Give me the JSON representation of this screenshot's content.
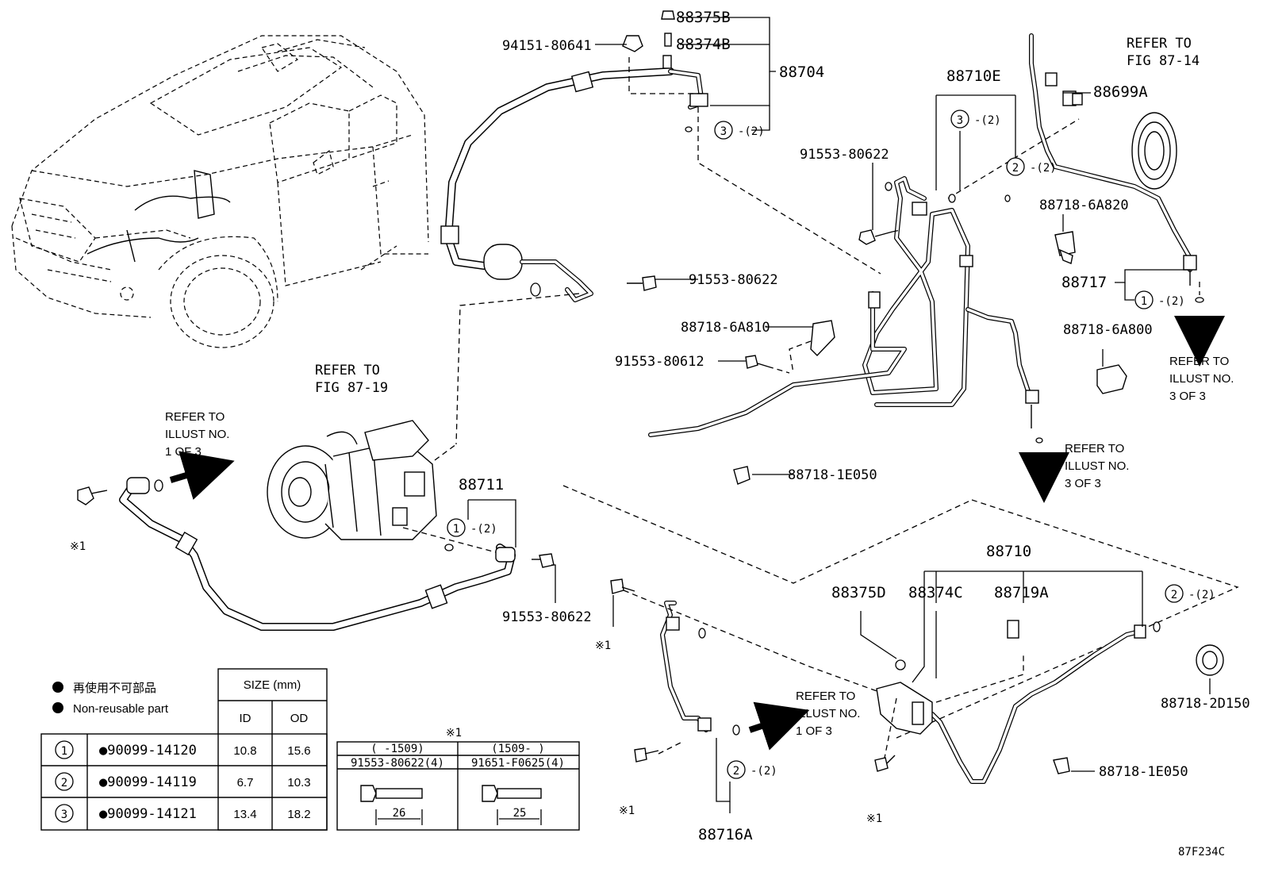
{
  "parts": {
    "p88375B": "88375B",
    "p88374B": "88374B",
    "p94151": "94151-80641",
    "p88704": "88704",
    "p88710E": "88710E",
    "p88699A": "88699A",
    "p91553_a": "91553-80622",
    "p91553_b": "91553-80622",
    "p91553_c": "91553-80622",
    "p91553_612": "91553-80612",
    "p6A820": "88718-6A820",
    "p88717": "88717",
    "p6A810": "88718-6A810",
    "p6A800": "88718-6A800",
    "p1E050_a": "88718-1E050",
    "p1E050_b": "88718-1E050",
    "p88711": "88711",
    "p88710": "88710",
    "p88375D": "88375D",
    "p88374C": "88374C",
    "p88719A": "88719A",
    "p2D150": "88718-2D150",
    "p88716A": "88716A"
  },
  "qty": {
    "q3_top": "-(2)",
    "q3_mid": "-(2)",
    "q2_mid": "-(2)",
    "q1_right": "-(2)",
    "q1_comp": "-(2)",
    "q2_right": "-(2)",
    "q2_bottom": "-(2)"
  },
  "circles": {
    "c3_top": "3",
    "c3_mid": "3",
    "c2_mid": "2",
    "c1_right": "1",
    "c1_comp": "1",
    "c2_right": "2",
    "c2_bottom": "2"
  },
  "refs": {
    "fig8714_line1": "REFER TO",
    "fig8714_line2": "FIG 87-14",
    "fig8719_line1": "REFER TO",
    "fig8719_line2": "FIG 87-19",
    "ill1_a_line1": "REFER TO",
    "ill1_a_line2": "ILLUST NO.",
    "ill1_a_line3": "1 OF 3",
    "ill3_a_line1": "REFER TO",
    "ill3_a_line2": "ILLUST NO.",
    "ill3_a_line3": "3 OF 3",
    "ill3_b_line1": "REFER TO",
    "ill3_b_line2": "ILLUST NO.",
    "ill3_b_line3": "3 OF 3",
    "ill1_b_line1": "REFER TO",
    "ill1_b_line2": "ILLUST NO.",
    "ill1_b_line3": "1 OF 3"
  },
  "marks": {
    "m1": "※1",
    "m2": "※1",
    "m3": "※1",
    "m4": "※1",
    "table_mark": "※1"
  },
  "legend": {
    "jp": "再使用不可部品",
    "en": "Non-reusable part"
  },
  "size_table": {
    "header": "SIZE (mm)",
    "col_id": "ID",
    "col_od": "OD",
    "rows": [
      {
        "num": "1",
        "part": "●90099-14120",
        "id": "10.8",
        "od": "15.6"
      },
      {
        "num": "2",
        "part": "●90099-14119",
        "id": "6.7",
        "od": "10.3"
      },
      {
        "num": "3",
        "part": "●90099-14121",
        "id": "13.4",
        "od": "18.2"
      }
    ]
  },
  "bolt_table": {
    "col1_head": "(    -1509)",
    "col2_head": "(1509-     )",
    "col1_part": "91553-80622(4)",
    "col2_part": "91651-F0625(4)",
    "col1_len": "26",
    "col2_len": "25"
  },
  "figure_code": "87F234C"
}
